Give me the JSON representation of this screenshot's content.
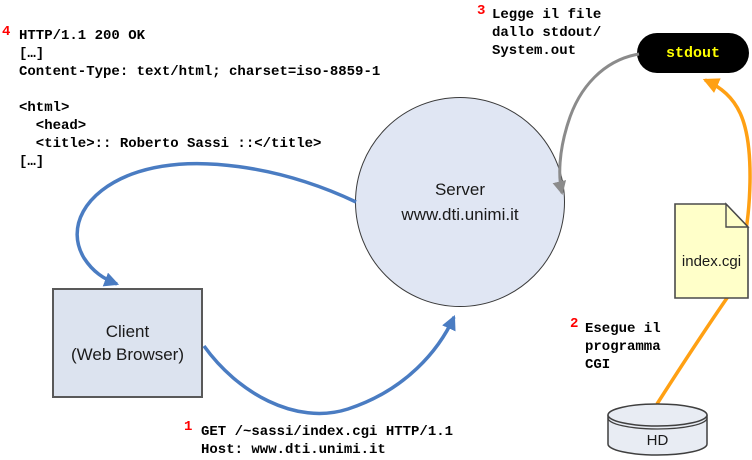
{
  "diagram": {
    "title_hint": "CGI request flow",
    "steps": {
      "s1": {
        "num": "1",
        "text": "GET /~sassi/index.cgi HTTP/1.1\nHost: www.dti.unimi.it"
      },
      "s2": {
        "num": "2",
        "text": "Esegue il\nprogramma\nCGI"
      },
      "s3": {
        "num": "3",
        "text": "Legge il file\ndallo stdout/\nSystem.out"
      },
      "s4": {
        "num": "4",
        "text": "HTTP/1.1 200 OK\n[…]\nContent-Type: text/html; charset=iso-8859-1\n\n<html>\n  <head>\n  <title>:: Roberto Sassi ::</title>\n[…]"
      }
    },
    "nodes": {
      "server": {
        "label": "Server\nwww.dti.unimi.it"
      },
      "client": {
        "label": "Client\n(Web Browser)"
      },
      "stdout": {
        "label": "stdout"
      },
      "cgi_file": {
        "label": "index.cgi"
      },
      "hd": {
        "label": "HD"
      }
    },
    "colors": {
      "step_number": "#ff0000",
      "http_arrow_blue": "#4a7cc2",
      "stdout_read_gray": "#8b8b8b",
      "cgi_flow_orange": "#ffa013",
      "stdout_bg": "#000000",
      "stdout_text": "#ffff00",
      "server_fill": "#e0e6f3",
      "client_fill": "#dce3ef",
      "file_fill": "#ffffc9",
      "file_stroke": "#4a4a4a",
      "hd_fill": "#e8ecf3",
      "hd_stroke": "#3f3f3f"
    }
  }
}
